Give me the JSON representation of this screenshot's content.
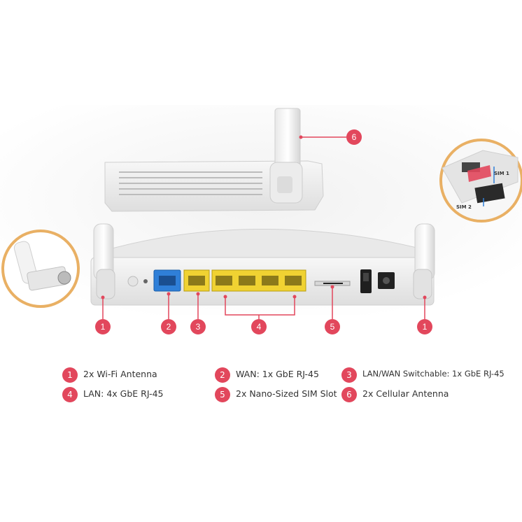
{
  "callouts": {
    "n1": "1",
    "n2": "2",
    "n3": "3",
    "n4": "4",
    "n5": "5",
    "n6": "6"
  },
  "sim_inset": {
    "sim1": "SIM 1",
    "sim2": "SIM 2"
  },
  "legend": [
    {
      "num": "1",
      "text": "2x Wi-Fi Antenna"
    },
    {
      "num": "2",
      "text": "WAN: 1x GbE RJ-45"
    },
    {
      "num": "3",
      "text": "LAN/WAN Switchable: 1x GbE RJ-45"
    },
    {
      "num": "4",
      "text": "LAN: 4x GbE RJ-45"
    },
    {
      "num": "5",
      "text": "2x Nano-Sized SIM Slot"
    },
    {
      "num": "6",
      "text": "2x Cellular Antenna"
    }
  ],
  "colors": {
    "accent": "#e2475c",
    "wan_port": "#2f7fd8",
    "lan_port": "#f0d232",
    "inset_ring": "#e9b064"
  }
}
